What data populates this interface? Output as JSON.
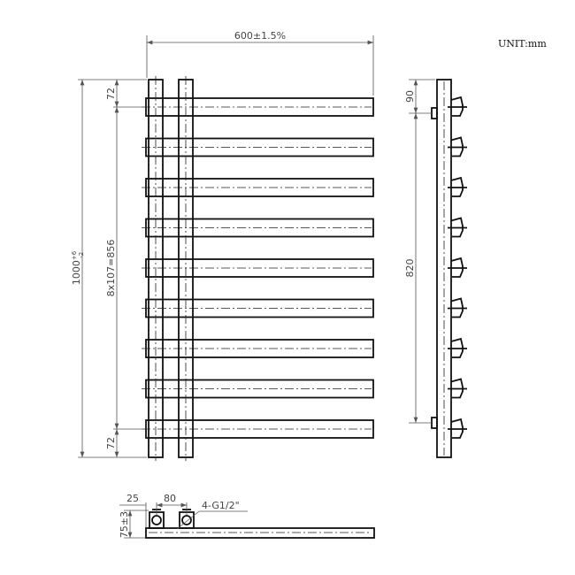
{
  "unit_label": "UNIT:mm",
  "front_view": {
    "width_dim": "600±1.5%",
    "height_dim": "1000",
    "height_tol_plus": "+6",
    "height_tol_minus": "-2",
    "top_offset_dim": "72",
    "pitch_dim": "8x107=856",
    "bottom_offset_dim": "72",
    "bar_count": 9
  },
  "side_view": {
    "top_bracket_dim": "90",
    "bracket_spacing_dim": "820"
  },
  "bottom_view": {
    "edge_offset_dim": "25",
    "pipe_spacing_dim": "80",
    "depth_dim": "75±3",
    "connection_label": "4-G1/2\""
  },
  "colors": {
    "line": "#111111",
    "dimension": "#555555"
  }
}
